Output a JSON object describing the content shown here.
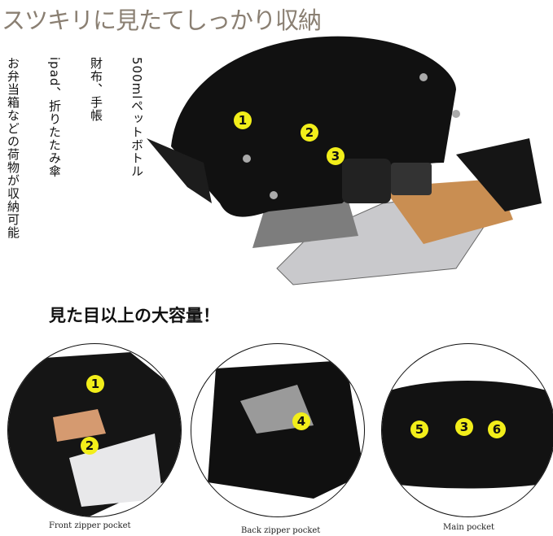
{
  "title": "スツキリに見たてしっかり収納",
  "columns": [
    "500mlペットボトル",
    "財布、手帳",
    "ipad、折りたたみ傘",
    "お弁当箱などの荷物が収納可能"
  ],
  "subtitle": "見た目以上の大容量！",
  "main_badges": [
    "1",
    "2",
    "3"
  ],
  "pockets": [
    {
      "caption": "Front zipper pocket",
      "badges": [
        "1",
        "2"
      ]
    },
    {
      "caption": "Back zipper pocket",
      "badges": [
        "4"
      ]
    },
    {
      "caption": "Main pocket",
      "badges": [
        "5",
        "3",
        "6"
      ]
    }
  ],
  "colors": {
    "badge": "#f2ee1a",
    "title": "#8a7f72"
  }
}
